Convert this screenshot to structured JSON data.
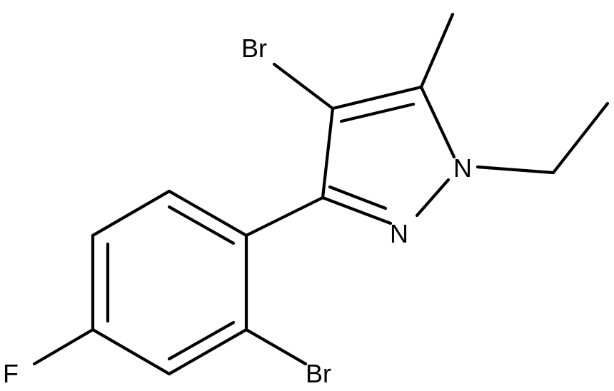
{
  "molecule": {
    "atoms": {
      "br_top": "Br",
      "n1": "N",
      "n2": "N",
      "fluorine": "F",
      "br_bottom": "Br"
    }
  },
  "colors": {
    "background": "#ffffff",
    "bond": "#000000",
    "text": "#000000"
  }
}
